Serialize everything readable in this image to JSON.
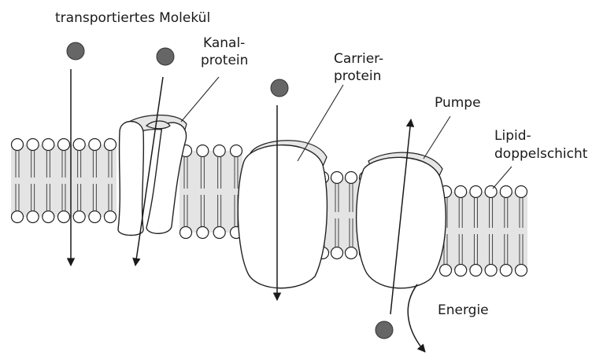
{
  "labels": {
    "molecule": "transportiertes Molekül",
    "channel_line1": "Kanal-",
    "channel_line2": "protein",
    "carrier_line1": "Carrier-",
    "carrier_line2": "protein",
    "pump": "Pumpe",
    "lipid_line1": "Lipid-",
    "lipid_line2": "doppelschicht",
    "energy": "Energie"
  },
  "colors": {
    "molecule": "#666666",
    "membrane_fill": "#e4e4e4",
    "protein_cap": "#e6e6e6"
  }
}
